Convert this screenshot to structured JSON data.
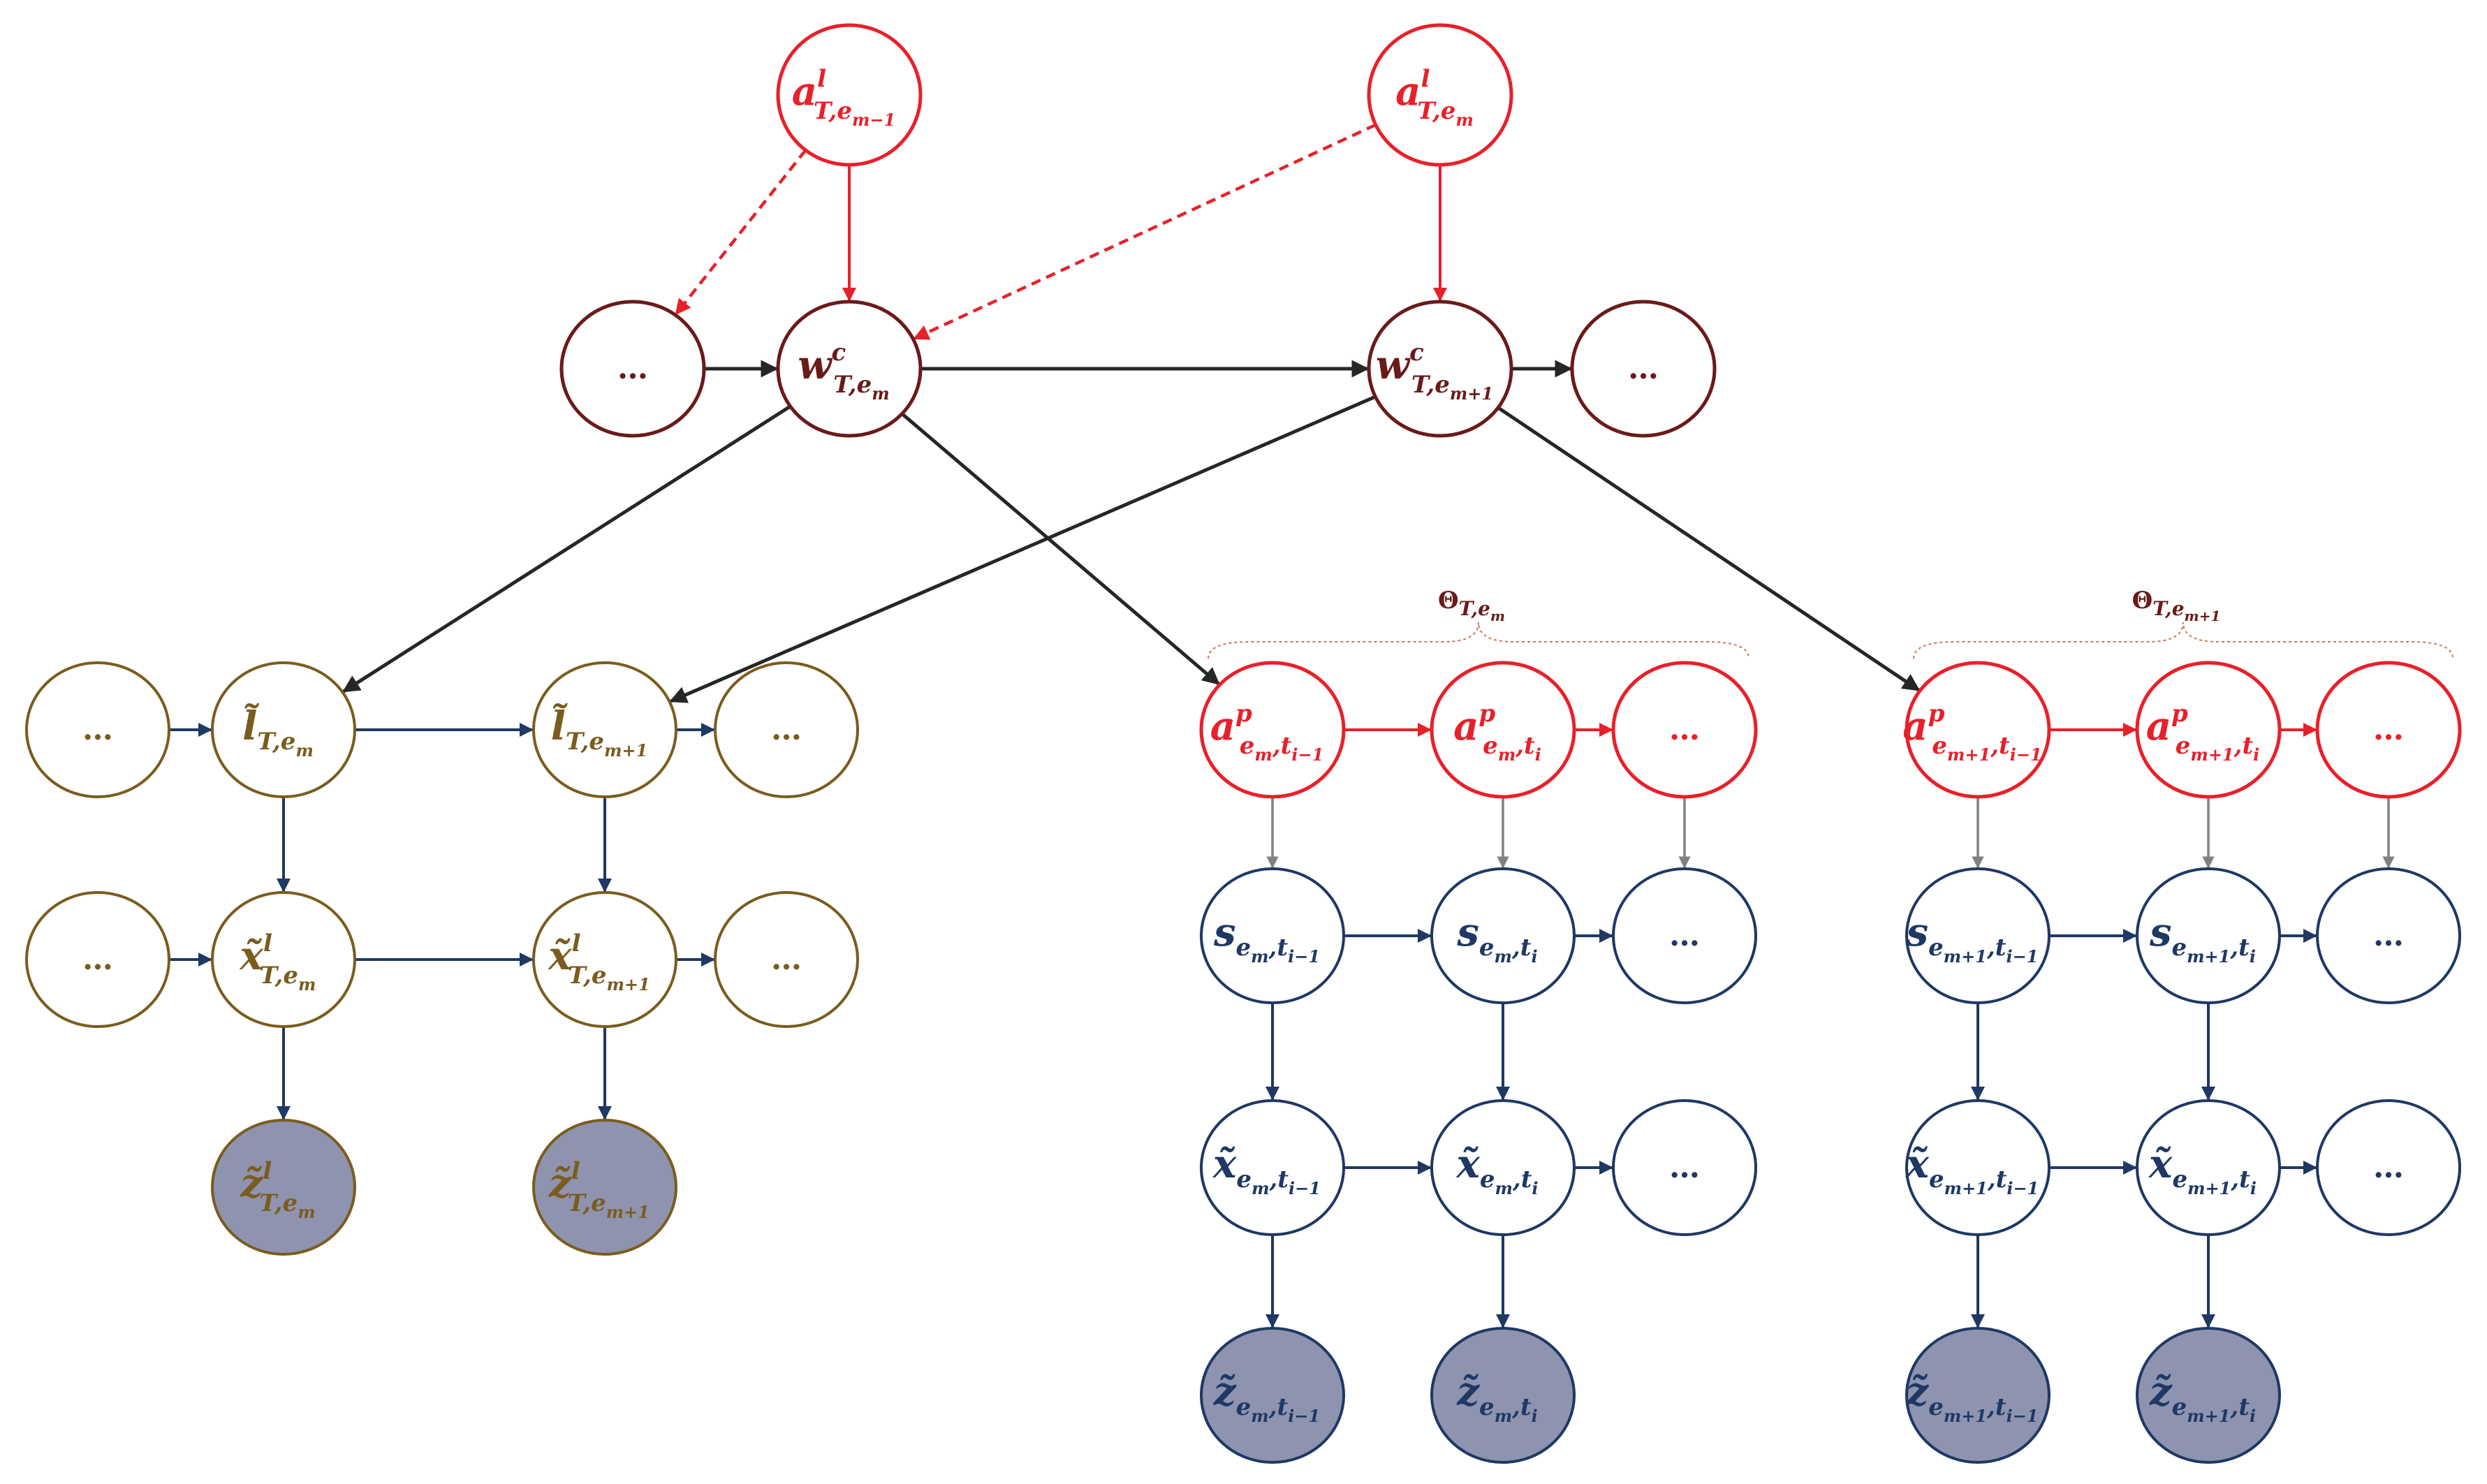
{
  "colors": {
    "red": "#e8202a",
    "maroon": "#6b1a1a",
    "olive": "#7a5c1e",
    "navy": "#1f3864",
    "gray_arrow": "#808080",
    "black_arrow": "#262626",
    "observed_fill": "#8e94b0"
  },
  "nodes": [
    {
      "id": "a_l_em-1",
      "label": "a",
      "sup": "l",
      "sub": "T,e",
      "subsub": "m−1",
      "style": "red"
    },
    {
      "id": "a_l_em",
      "label": "a",
      "sup": "l",
      "sub": "T,e",
      "subsub": "m",
      "style": "red"
    },
    {
      "id": "w_dots_left",
      "label": "…",
      "style": "maroon"
    },
    {
      "id": "w_em",
      "label": "w",
      "sup": "c",
      "sub": "T,e",
      "subsub": "m",
      "style": "maroon"
    },
    {
      "id": "w_em+1",
      "label": "w",
      "sup": "c",
      "sub": "T,e",
      "subsub": "m+1",
      "style": "maroon"
    },
    {
      "id": "w_dots_right",
      "label": "…",
      "style": "maroon"
    },
    {
      "id": "l_dots_left",
      "label": "…",
      "style": "olive"
    },
    {
      "id": "l_em",
      "label": "l̃",
      "sub": "T,e",
      "subsub": "m",
      "style": "olive"
    },
    {
      "id": "l_em+1",
      "label": "l̃",
      "sub": "T,e",
      "subsub": "m+1",
      "style": "olive"
    },
    {
      "id": "l_dots_right",
      "label": "…",
      "style": "olive"
    },
    {
      "id": "xl_dots_left",
      "label": "…",
      "style": "olive"
    },
    {
      "id": "xl_em",
      "label": "x̃",
      "sup": "l",
      "sub": "T,e",
      "subsub": "m",
      "style": "olive"
    },
    {
      "id": "xl_em+1",
      "label": "x̃",
      "sup": "l",
      "sub": "T,e",
      "subsub": "m+1",
      "style": "olive"
    },
    {
      "id": "xl_dots_right",
      "label": "…",
      "style": "olive"
    },
    {
      "id": "zl_em",
      "label": "z̃",
      "sup": "l",
      "sub": "T,e",
      "subsub": "m",
      "style": "olive_observed"
    },
    {
      "id": "zl_em+1",
      "label": "z̃",
      "sup": "l",
      "sub": "T,e",
      "subsub": "m+1",
      "style": "olive_observed"
    },
    {
      "id": "ap_em_ti-1",
      "label": "a",
      "sup": "p",
      "sub": "e",
      "subsub": "m",
      "sub2": ",t",
      "subsub2": "i−1",
      "style": "red"
    },
    {
      "id": "ap_em_ti",
      "label": "a",
      "sup": "p",
      "sub": "e",
      "subsub": "m",
      "sub2": ",t",
      "subsub2": "i",
      "style": "red"
    },
    {
      "id": "ap_em_dots",
      "label": "…",
      "style": "red"
    },
    {
      "id": "s_em_ti-1",
      "label": "s",
      "sub": "e",
      "subsub": "m",
      "sub2": ",t",
      "subsub2": "i−1",
      "style": "navy"
    },
    {
      "id": "s_em_ti",
      "label": "s",
      "sub": "e",
      "subsub": "m",
      "sub2": ",t",
      "subsub2": "i",
      "style": "navy"
    },
    {
      "id": "s_em_dots",
      "label": "…",
      "style": "navy"
    },
    {
      "id": "x_em_ti-1",
      "label": "x̃",
      "sub": "e",
      "subsub": "m",
      "sub2": ",t",
      "subsub2": "i−1",
      "style": "navy"
    },
    {
      "id": "x_em_ti",
      "label": "x̃",
      "sub": "e",
      "subsub": "m",
      "sub2": ",t",
      "subsub2": "i",
      "style": "navy"
    },
    {
      "id": "x_em_dots",
      "label": "…",
      "style": "navy"
    },
    {
      "id": "z_em_ti-1",
      "label": "z̃",
      "sub": "e",
      "subsub": "m",
      "sub2": ",t",
      "subsub2": "i−1",
      "style": "navy_observed"
    },
    {
      "id": "z_em_ti",
      "label": "z̃",
      "sub": "e",
      "subsub": "m",
      "sub2": ",t",
      "subsub2": "i",
      "style": "navy_observed"
    },
    {
      "id": "ap_em1_ti-1",
      "label": "a",
      "sup": "p",
      "sub": "e",
      "subsub": "m+1",
      "sub2": ",t",
      "subsub2": "i−1",
      "style": "red"
    },
    {
      "id": "ap_em1_ti",
      "label": "a",
      "sup": "p",
      "sub": "e",
      "subsub": "m+1",
      "sub2": ",t",
      "subsub2": "i",
      "style": "red"
    },
    {
      "id": "ap_em1_dots",
      "label": "…",
      "style": "red"
    },
    {
      "id": "s_em1_ti-1",
      "label": "s",
      "sub": "e",
      "subsub": "m+1",
      "sub2": ",t",
      "subsub2": "i−1",
      "style": "navy"
    },
    {
      "id": "s_em1_ti",
      "label": "s",
      "sub": "e",
      "subsub": "m+1",
      "sub2": ",t",
      "subsub2": "i",
      "style": "navy"
    },
    {
      "id": "s_em1_dots",
      "label": "…",
      "style": "navy"
    },
    {
      "id": "x_em1_ti-1",
      "label": "x̃",
      "sub": "e",
      "subsub": "m+1",
      "sub2": ",t",
      "subsub2": "i−1",
      "style": "navy"
    },
    {
      "id": "x_em1_ti",
      "label": "x̃",
      "sub": "e",
      "subsub": "m+1",
      "sub2": ",t",
      "subsub2": "i",
      "style": "navy"
    },
    {
      "id": "x_em1_dots",
      "label": "…",
      "style": "navy"
    },
    {
      "id": "z_em1_ti-1",
      "label": "z̃",
      "sub": "e",
      "subsub": "m+1",
      "sub2": ",t",
      "subsub2": "i−1",
      "style": "navy_observed"
    },
    {
      "id": "z_em1_ti",
      "label": "z̃",
      "sub": "e",
      "subsub": "m+1",
      "sub2": ",t",
      "subsub2": "i",
      "style": "navy_observed"
    }
  ],
  "edges": [
    {
      "from": "a_l_em-1",
      "to": "w_em",
      "style": "red"
    },
    {
      "from": "a_l_em-1",
      "to": "w_dots_left",
      "style": "red_dashed"
    },
    {
      "from": "a_l_em",
      "to": "w_em+1",
      "style": "red"
    },
    {
      "from": "a_l_em",
      "to": "w_em",
      "style": "red_dashed"
    },
    {
      "from": "w_dots_left",
      "to": "w_em",
      "style": "black"
    },
    {
      "from": "w_em",
      "to": "w_em+1",
      "style": "black"
    },
    {
      "from": "w_em+1",
      "to": "w_dots_right",
      "style": "black"
    },
    {
      "from": "w_em",
      "to": "l_em",
      "style": "black"
    },
    {
      "from": "w_em",
      "to": "ap_em_ti-1",
      "style": "black"
    },
    {
      "from": "w_em+1",
      "to": "l_em+1",
      "style": "black"
    },
    {
      "from": "w_em+1",
      "to": "ap_em1_ti-1",
      "style": "black"
    },
    {
      "from": "l_dots_left",
      "to": "l_em",
      "style": "navy"
    },
    {
      "from": "l_em",
      "to": "l_em+1",
      "style": "navy"
    },
    {
      "from": "l_em+1",
      "to": "l_dots_right",
      "style": "navy"
    },
    {
      "from": "xl_dots_left",
      "to": "xl_em",
      "style": "navy"
    },
    {
      "from": "xl_em",
      "to": "xl_em+1",
      "style": "navy"
    },
    {
      "from": "xl_em+1",
      "to": "xl_dots_right",
      "style": "navy"
    },
    {
      "from": "l_em",
      "to": "xl_em",
      "style": "navy"
    },
    {
      "from": "l_em+1",
      "to": "xl_em+1",
      "style": "navy"
    },
    {
      "from": "xl_em",
      "to": "zl_em",
      "style": "navy"
    },
    {
      "from": "xl_em+1",
      "to": "zl_em+1",
      "style": "navy"
    },
    {
      "from": "ap_em_ti-1",
      "to": "ap_em_ti",
      "style": "red"
    },
    {
      "from": "ap_em_ti",
      "to": "ap_em_dots",
      "style": "red"
    },
    {
      "from": "ap_em_ti-1",
      "to": "s_em_ti-1",
      "style": "gray"
    },
    {
      "from": "ap_em_ti",
      "to": "s_em_ti",
      "style": "gray"
    },
    {
      "from": "ap_em_dots",
      "to": "s_em_dots",
      "style": "gray"
    },
    {
      "from": "s_em_ti-1",
      "to": "s_em_ti",
      "style": "navy"
    },
    {
      "from": "s_em_ti",
      "to": "s_em_dots",
      "style": "navy"
    },
    {
      "from": "s_em_ti-1",
      "to": "x_em_ti-1",
      "style": "navy"
    },
    {
      "from": "s_em_ti",
      "to": "x_em_ti",
      "style": "navy"
    },
    {
      "from": "x_em_ti-1",
      "to": "x_em_ti",
      "style": "navy"
    },
    {
      "from": "x_em_ti",
      "to": "x_em_dots",
      "style": "navy"
    },
    {
      "from": "x_em_ti-1",
      "to": "z_em_ti-1",
      "style": "navy"
    },
    {
      "from": "x_em_ti",
      "to": "z_em_ti",
      "style": "navy"
    },
    {
      "from": "ap_em1_ti-1",
      "to": "ap_em1_ti",
      "style": "red"
    },
    {
      "from": "ap_em1_ti",
      "to": "ap_em1_dots",
      "style": "red"
    },
    {
      "from": "ap_em1_ti-1",
      "to": "s_em1_ti-1",
      "style": "gray"
    },
    {
      "from": "ap_em1_ti",
      "to": "s_em1_ti",
      "style": "gray"
    },
    {
      "from": "ap_em1_dots",
      "to": "s_em1_dots",
      "style": "gray"
    },
    {
      "from": "s_em1_ti-1",
      "to": "s_em1_ti",
      "style": "navy"
    },
    {
      "from": "s_em1_ti",
      "to": "s_em1_dots",
      "style": "navy"
    },
    {
      "from": "s_em1_ti-1",
      "to": "x_em1_ti-1",
      "style": "navy"
    },
    {
      "from": "s_em1_ti",
      "to": "x_em1_ti",
      "style": "navy"
    },
    {
      "from": "x_em1_ti-1",
      "to": "x_em1_ti",
      "style": "navy"
    },
    {
      "from": "x_em1_ti",
      "to": "x_em1_dots",
      "style": "navy"
    },
    {
      "from": "x_em1_ti-1",
      "to": "z_em1_ti-1",
      "style": "navy"
    },
    {
      "from": "x_em1_ti",
      "to": "z_em1_ti",
      "style": "navy"
    }
  ],
  "braces": [
    {
      "id": "theta_em",
      "label": "Θ",
      "sub": "T,e",
      "subsub": "m",
      "covers": [
        "ap_em_ti-1",
        "ap_em_ti",
        "ap_em_dots"
      ]
    },
    {
      "id": "theta_em1",
      "label": "Θ",
      "sub": "T,e",
      "subsub": "m+1",
      "covers": [
        "ap_em1_ti-1",
        "ap_em1_ti",
        "ap_em1_dots"
      ]
    }
  ]
}
